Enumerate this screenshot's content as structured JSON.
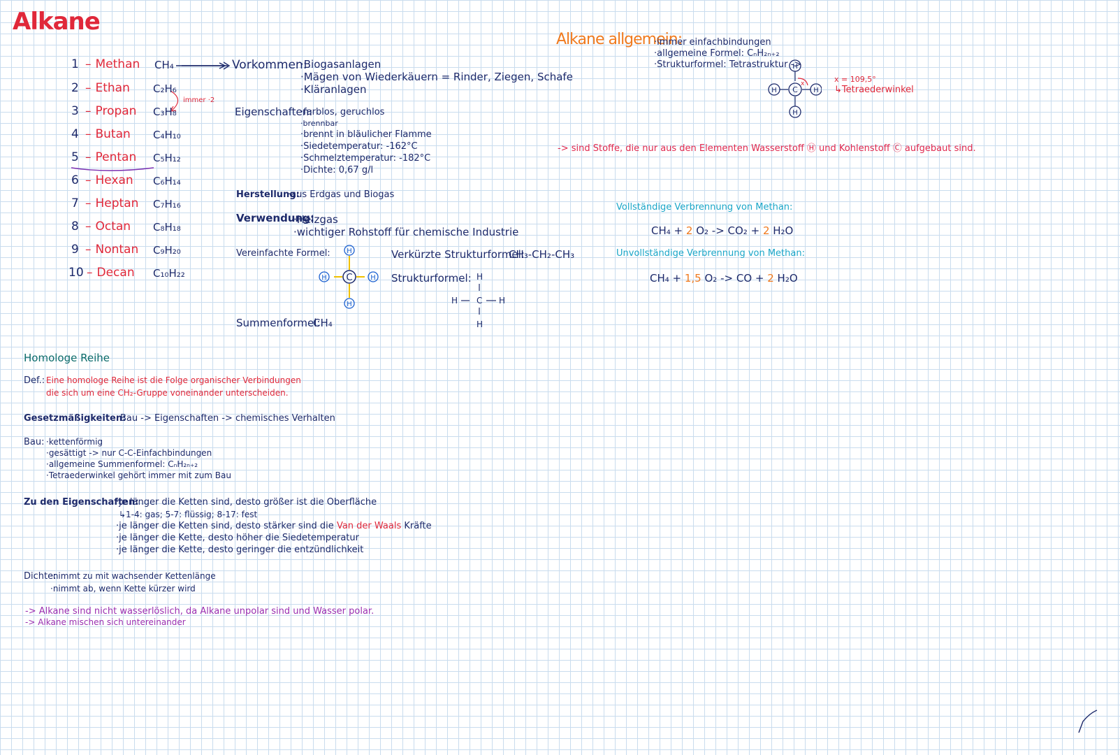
{
  "title": "Alkane",
  "alkanes": [
    {
      "num": "1",
      "name": "Methan",
      "formula": "CH₄"
    },
    {
      "num": "2",
      "name": "Ethan",
      "formula": "C₂H₆"
    },
    {
      "num": "3",
      "name": "Propan",
      "formula": "C₃H₈"
    },
    {
      "num": "4",
      "name": "Butan",
      "formula": "C₄H₁₀"
    },
    {
      "num": "5",
      "name": "Pentan",
      "formula": "C₅H₁₂"
    },
    {
      "num": "6",
      "name": "Hexan",
      "formula": "C₆H₁₄"
    },
    {
      "num": "7",
      "name": "Heptan",
      "formula": "C₇H₁₆"
    },
    {
      "num": "8",
      "name": "Octan",
      "formula": "C₈H₁₈"
    },
    {
      "num": "9",
      "name": "Nontan",
      "formula": "C₉H₂₀"
    },
    {
      "num": "10",
      "name": "Decan",
      "formula": "C₁₀H₂₂"
    }
  ],
  "immer_note": "immer ·2",
  "methan_info": {
    "vorkommen_label": "Vorkommen:",
    "vorkommen": [
      "·Biogasanlagen",
      "·Mägen von Wiederkäuern = Rinder, Ziegen, Schafe",
      "·Kläranlagen"
    ],
    "eigenschaften_label": "Eigenschaften:",
    "eigenschaften": [
      "·farblos, geruchlos",
      "·brennbar",
      "·brennt in bläulicher Flamme",
      "·Siedetemperatur: -162°C",
      "·Schmelztemperatur: -182°C",
      "·Dichte: 0,67 g/l"
    ],
    "herstellung_label": "Herstellung:",
    "herstellung": "·aus Erdgas und Biogas",
    "verwendung_label": "Verwendung:",
    "verwendung": [
      "·Heizgas",
      "·wichtiger Rohstoff für chemische Industrie"
    ],
    "vereinfachte_label": "Vereinfachte Formel:",
    "verkuerzte_label": "Verkürzte Strukturformel:",
    "verkuerzte_value": "CH₃-CH₂-CH₃",
    "struktur_label": "Strukturformel:",
    "summen_label": "Summenformel:",
    "summen_value": "CH₄"
  },
  "allgemein": {
    "heading": "Alkane allgemein:",
    "items": [
      "·immer einfachbindungen",
      "·allgemeine Formel: CₙH₂ₙ₊₂",
      "·Strukturformel: Tetrastruktur ->"
    ],
    "angle": "x = 109,5°",
    "angle_note": "↳Tetraederwinkel",
    "definition": "-> sind Stoffe, die nur aus den Elementen Wasserstoff Ⓗ und Kohlenstoff Ⓒ aufgebaut sind."
  },
  "verbrennung": {
    "voll_heading": "Vollständige Verbrennung von Methan:",
    "voll_parts": [
      "CH₄ + ",
      "2",
      " O₂ -> CO₂ + ",
      "2",
      " H₂O"
    ],
    "unvoll_heading": "Unvollständige Verbrennung von Methan:",
    "unvoll_parts": [
      "CH₄ + ",
      "1,5",
      " O₂ -> CO + ",
      "2",
      " H₂O"
    ]
  },
  "homolog": {
    "heading": "Homologe Reihe",
    "def_label": "Def.:",
    "def_lines": [
      "Eine homologe Reihe ist die Folge organischer Verbindungen",
      "die sich um eine CH₂-Gruppe voneinander unterscheiden."
    ],
    "gesetz_label": "Gesetzmäßigkeiten:",
    "gesetz_value": "Bau -> Eigenschaften -> chemisches Verhalten",
    "bau_label": "Bau:",
    "bau_lines": [
      "·kettenförmig",
      "·gesättigt -> nur C-C-Einfachbindungen",
      "·allgemeine Summenformel: CₙH₂ₙ₊₂",
      "·Tetraederwinkel gehört immer mit zum Bau"
    ],
    "eig_label": "Zu den Eigenschaften:",
    "eig_lines": [
      "·je länger die Ketten sind, desto größer ist die Oberfläche",
      "↳1-4: gas; 5-7: flüssig; 8-17: fest",
      "·je länger die Ketten sind, desto stärker sind die",
      "·je länger die Kette, desto höher die Siedetemperatur",
      "·je länger die Kette, desto geringer die entzündlichkeit"
    ],
    "vdw": "Van der Waals",
    "kraefte": "Kräfte",
    "dichte_label": "Dichte:",
    "dichte_lines": [
      "·nimmt zu mit wachsender Kettenlänge",
      "·nimmt ab, wenn Kette kürzer wird"
    ],
    "conclusions": [
      "-> Alkane sind nicht wasserlöslich, da Alkane unpolar sind und Wasser polar.",
      "-> Alkane mischen sich untereinander"
    ]
  },
  "colors": {
    "red": "#e0283a",
    "navy": "#1d2a6b",
    "orange": "#f07a1e",
    "pink": "#e0284e",
    "cyan": "#1aa6c8",
    "teal": "#0b6b6a",
    "purple": "#9b2fb0",
    "grid": "#c9dcee"
  }
}
